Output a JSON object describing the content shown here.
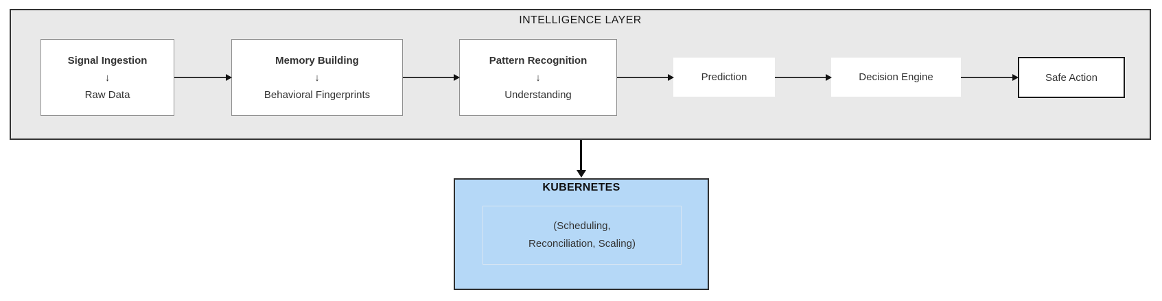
{
  "diagram": {
    "intelligence_layer": {
      "title": "INTELLIGENCE LAYER",
      "nodes": [
        {
          "id": "signal-ingestion",
          "style": "bordered",
          "lines": [
            "Signal Ingestion",
            "↓",
            "Raw Data"
          ]
        },
        {
          "id": "memory-building",
          "style": "bordered",
          "lines": [
            "Memory Building",
            "↓",
            "Behavioral Fingerprints"
          ]
        },
        {
          "id": "pattern-recognition",
          "style": "bordered",
          "lines": [
            "Pattern Recognition",
            "↓",
            "Understanding"
          ]
        },
        {
          "id": "prediction",
          "style": "plain",
          "lines": [
            "Prediction"
          ]
        },
        {
          "id": "decision-engine",
          "style": "plain",
          "lines": [
            "Decision Engine"
          ]
        },
        {
          "id": "safe-action",
          "style": "emphasis",
          "lines": [
            "Safe Action"
          ]
        }
      ],
      "edges": [
        [
          "signal-ingestion",
          "memory-building"
        ],
        [
          "memory-building",
          "pattern-recognition"
        ],
        [
          "pattern-recognition",
          "prediction"
        ],
        [
          "prediction",
          "decision-engine"
        ],
        [
          "decision-engine",
          "safe-action"
        ]
      ]
    },
    "kubernetes": {
      "title": "KUBERNETES",
      "detail_lines": [
        "(Scheduling,",
        "Reconciliation, Scaling)"
      ]
    },
    "edge_layer_to_kubernetes": [
      "intelligence-layer",
      "kubernetes"
    ],
    "colors": {
      "layer_bg": "#e9e9e9",
      "layer_border": "#333333",
      "node_bg": "#ffffff",
      "node_border": "#909090",
      "emphasis_border": "#1a1a1a",
      "kubernetes_bg": "#b5d8f7",
      "kubernetes_border": "#2f2f2f",
      "kubernetes_inner_border": "#dbe6f2",
      "text": "#333333",
      "arrow": "#111111"
    }
  }
}
